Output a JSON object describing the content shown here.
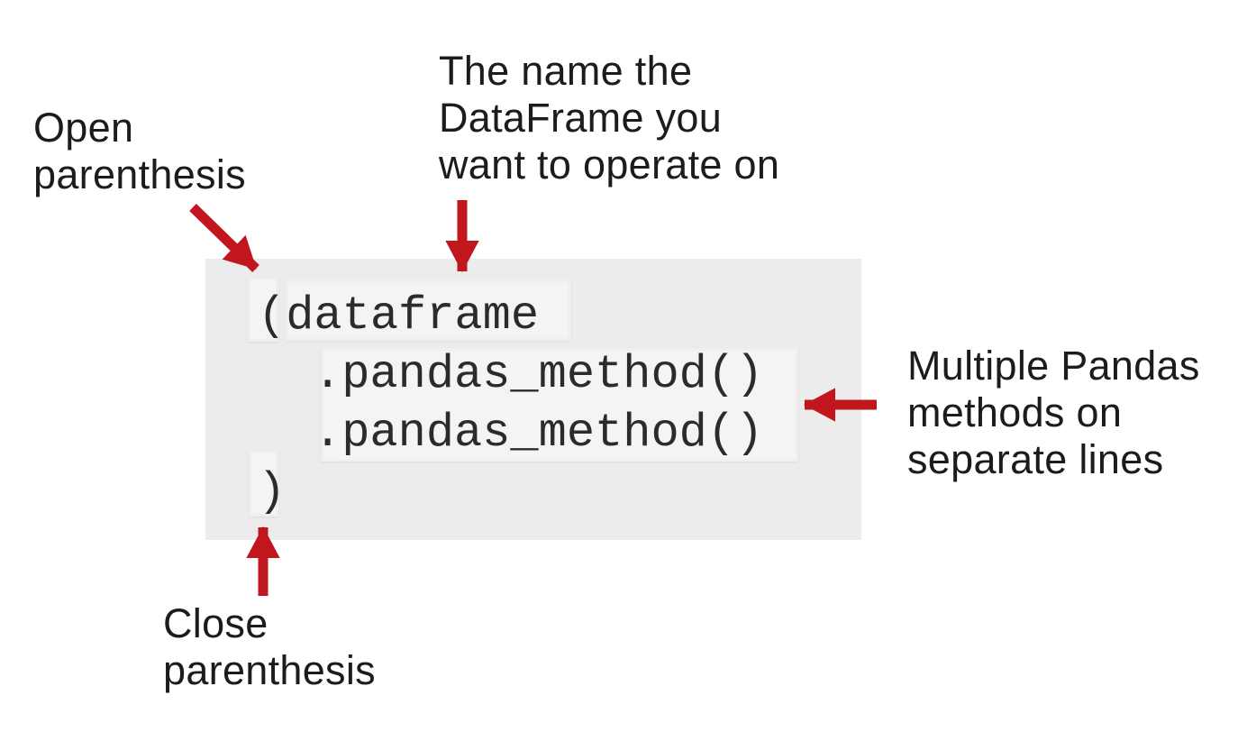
{
  "annotations": {
    "open_paren": {
      "label": "Open\nparenthesis"
    },
    "dataframe_name": {
      "label": "The name the\nDataFrame you\nwant to operate on"
    },
    "methods": {
      "label": "Multiple Pandas\nmethods on\nseparate lines"
    },
    "close_paren": {
      "label": "Close\nparenthesis"
    }
  },
  "code": {
    "lines": [
      "(dataframe",
      ".pandas_method()",
      ".pandas_method()",
      ")"
    ]
  },
  "colors": {
    "background": "#ffffff",
    "code_block_bg": "#ececec",
    "highlight_bg": "#f4f4f4",
    "highlight_border": "#efefef",
    "arrow_red": "#c2161f",
    "label_text": "#1c1c1c",
    "code_text": "#2b2b2b"
  }
}
